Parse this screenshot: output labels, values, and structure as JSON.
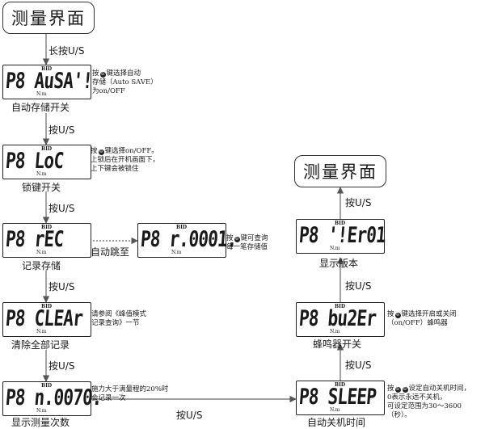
{
  "start_title": "测量界面",
  "end_title": "测量界面",
  "lcd_mark": "BID",
  "lcd_unit": "N.m",
  "screens": {
    "auto_save": {
      "text": "P8 AuSA'!",
      "caption": "自动存储开关"
    },
    "lock": {
      "text": "P8 LoC",
      "caption": "锁键开关"
    },
    "record": {
      "text": "P8 rEC",
      "caption": "记录存储"
    },
    "record_value": {
      "text": "P8 r.0001."
    },
    "clear": {
      "text": "P8 CLEAr",
      "caption": "清除全部记录"
    },
    "count": {
      "text": "P8 n.0070.",
      "caption": "显示测量次数"
    },
    "sleep": {
      "text": "P8 SLEEP",
      "caption": "自动关机时间"
    },
    "buzzer": {
      "text": "P8 bu2Er",
      "caption": "蜂鸣器开关"
    },
    "version": {
      "text": "P8 '!Er01",
      "caption": "显示版本"
    }
  },
  "arrows": {
    "long_press": "长按U/S",
    "press_us_1": "按U/S",
    "press_us_2": "按U/S",
    "press_us_3": "按U/S",
    "auto_jump": "自动跳至",
    "bottom": "按U/S",
    "right_1": "按U/S",
    "right_2": "按U/S"
  },
  "notes": {
    "auto_save": {
      "a": "按",
      "b": "键选择自动\n存储（Auto SAVE）\n为on/OFF"
    },
    "lock": {
      "a": "按",
      "b": "键选择on/OFF。\n上锁后在开机画面下，\n上下键会被锁住"
    },
    "record_value": {
      "a": "按",
      "b": "键可查询\n每一笔存储值"
    },
    "clear": {
      "text": "请参阅《峰值模式\n记录查询》一节"
    },
    "count": {
      "text": "施力大于满量程的20%时\n会记录一次"
    },
    "buzzer": {
      "a": "按",
      "b": "键选择开启或关闭\n（on/OFF）蜂鸣器"
    },
    "sleep": {
      "a": "按",
      "b": "设定自动关机时间，\n0表示永远不关机，\n可设定范围为30～3600（秒）。"
    }
  },
  "icons": {
    "key": "up-down-key-icon"
  }
}
